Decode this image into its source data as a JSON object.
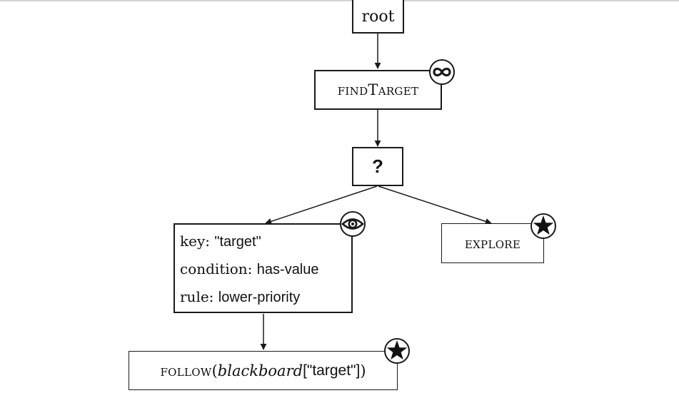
{
  "nodes": {
    "root": {
      "label": "root"
    },
    "find_target": {
      "label": "findTarget",
      "badge": "infinity-icon"
    },
    "selector": {
      "label": "?"
    },
    "decorator": {
      "key_label": "key:",
      "key_value": "\"target\"",
      "condition_label": "condition:",
      "condition_value": "has-value",
      "rule_label": "rule:",
      "rule_value": "lower-priority",
      "badge": "eye-icon"
    },
    "explore": {
      "label": "explore",
      "badge": "star-icon"
    },
    "follow": {
      "func": "follow",
      "open_paren": "(",
      "arg_var": "blackboard",
      "arg_key": "[\"target\"]",
      "close_paren": ")",
      "badge": "star-icon"
    }
  },
  "colors": {
    "line": "#1a1a1a",
    "background": "#ffffff",
    "top_border": "#d4d4d4"
  }
}
